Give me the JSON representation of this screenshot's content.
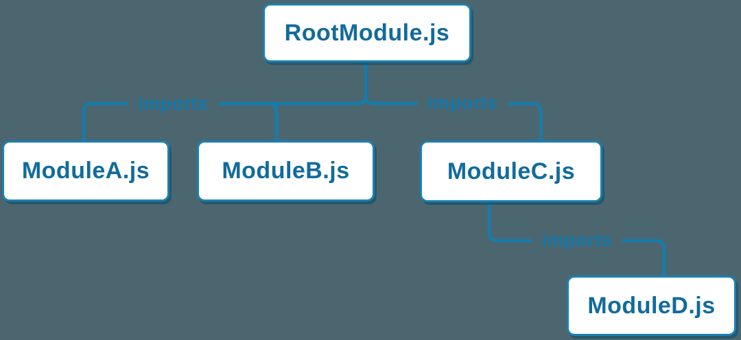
{
  "diagram": {
    "title": "module-import-tree",
    "colors": {
      "background": "#4c6670",
      "edge_line": "#147dad",
      "node_border": "#1a81b3",
      "node_fill": "#ffffff",
      "node_text": "#126b9c",
      "edge_label_text": "#1478a9"
    },
    "nodes": [
      {
        "id": "root",
        "label": "RootModule.js"
      },
      {
        "id": "moduleA",
        "label": "ModuleA.js"
      },
      {
        "id": "moduleB",
        "label": "ModuleB.js"
      },
      {
        "id": "moduleC",
        "label": "ModuleC.js"
      },
      {
        "id": "moduleD",
        "label": "ModuleD.js"
      }
    ],
    "edges": [
      {
        "from": "RootModule.js",
        "to": "ModuleA.js",
        "label": "imports"
      },
      {
        "from": "RootModule.js",
        "to": "ModuleB.js",
        "label": ""
      },
      {
        "from": "RootModule.js",
        "to": "ModuleC.js",
        "label": "imports"
      },
      {
        "from": "ModuleC.js",
        "to": "ModuleD.js",
        "label": "imports"
      }
    ]
  }
}
